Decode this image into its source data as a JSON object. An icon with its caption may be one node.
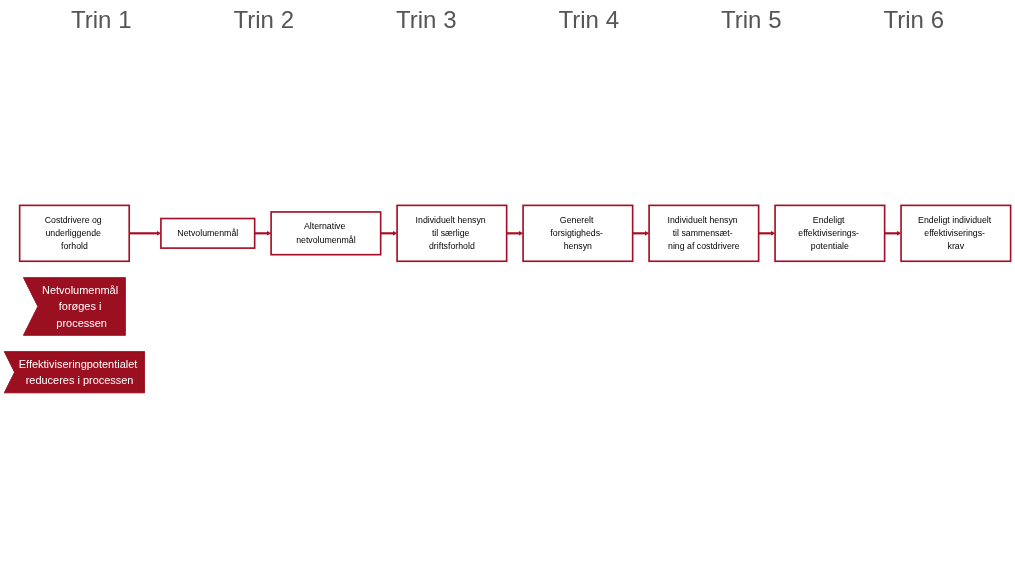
{
  "diagram": {
    "nodes": [
      {
        "text": [
          "Costdrivere og underliggende forhold"
        ]
      },
      {
        "text": [
          "Netvolumenmål"
        ]
      },
      {
        "text": [
          "Alternative netvolumenmål"
        ]
      },
      {
        "text": [
          "Individuelt hensyn til særlige driftsforhold"
        ]
      },
      {
        "text": [
          "Generelt forsigtigheds- hensyn"
        ]
      },
      {
        "text": [
          "Individuelt hensyn til sammensæt- ning af costdrivere"
        ]
      },
      {
        "text": [
          "Endeligt effektiviserings- potentiale"
        ]
      },
      {
        "text": [
          "Endeligt individuelt effektiviserings- krav"
        ]
      },
      {
        "text": [
          "Netvolumenmål forøges i processen"
        ]
      },
      {
        "text": [
          "Effektiviseringpotentialet reduceres i processen"
        ]
      }
    ],
    "edges": [
      {
        "from": 0,
        "to": 1,
        "arrow": "to"
      },
      {
        "from": 1,
        "to": 2,
        "arrow": "to"
      },
      {
        "from": 2,
        "to": 3,
        "arrow": "to"
      },
      {
        "from": 3,
        "to": 4,
        "arrow": "to"
      },
      {
        "from": 4,
        "to": 5,
        "arrow": "to"
      },
      {
        "from": 5,
        "to": 6,
        "arrow": "to"
      },
      {
        "from": 6,
        "to": 7,
        "arrow": "to"
      }
    ],
    "labels": [
      "Trin 1",
      "Trin 2",
      "Trin 3",
      "Trin 4",
      "Trin 5",
      "Trin 6"
    ]
  }
}
